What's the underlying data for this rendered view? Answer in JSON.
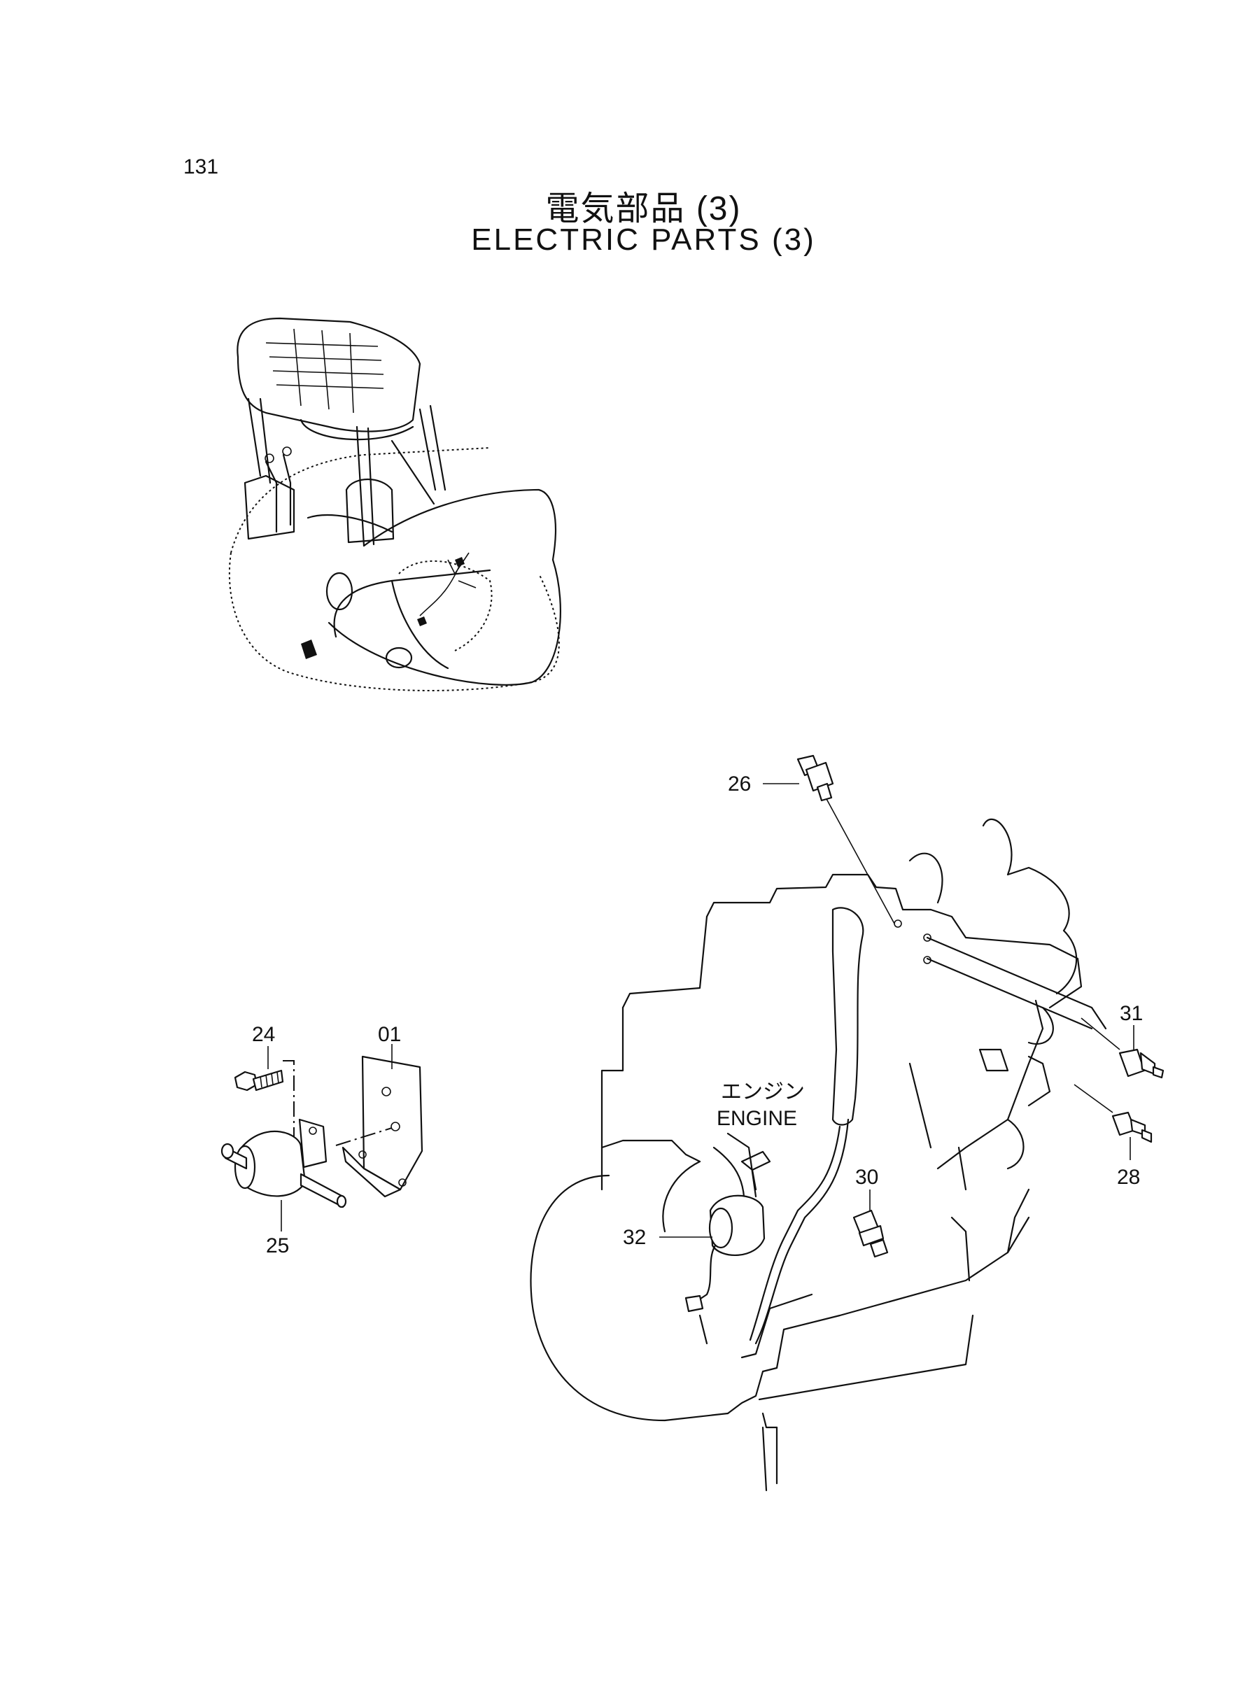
{
  "page_number": "131",
  "title_jp": "電気部品 (3)",
  "title_en": "ELECTRIC PARTS (3)",
  "engine_label_jp": "エンジン",
  "engine_label_en": "ENGINE",
  "callouts": {
    "c24": "24",
    "c01": "01",
    "c25": "25",
    "c26": "26",
    "c31": "31",
    "c28": "28",
    "c30": "30",
    "c32": "32"
  }
}
